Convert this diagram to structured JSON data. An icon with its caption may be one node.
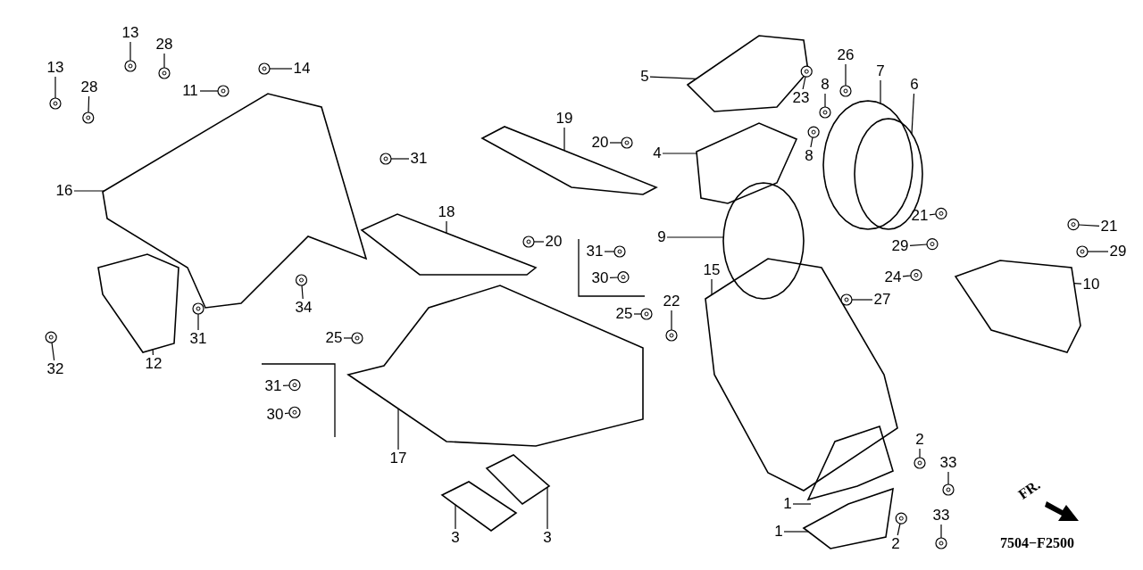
{
  "diagram": {
    "nodes": [
      {
        "text": [
          "13"
        ]
      },
      {
        "text": [
          "28"
        ]
      },
      {
        "text": [
          "13"
        ]
      },
      {
        "text": [
          "28"
        ]
      },
      {
        "text": [
          "14"
        ]
      },
      {
        "text": [
          "11"
        ]
      },
      {
        "text": [
          "5"
        ]
      },
      {
        "text": [
          "23"
        ]
      },
      {
        "text": [
          "26"
        ]
      },
      {
        "text": [
          "7"
        ]
      },
      {
        "text": [
          "6"
        ]
      },
      {
        "text": [
          "8"
        ]
      },
      {
        "text": [
          "19"
        ]
      },
      {
        "text": [
          "20"
        ]
      },
      {
        "text": [
          "4"
        ]
      },
      {
        "text": [
          "8"
        ]
      },
      {
        "text": [
          "31"
        ]
      },
      {
        "text": [
          "16"
        ]
      },
      {
        "text": [
          "18"
        ]
      },
      {
        "text": [
          "21"
        ]
      },
      {
        "text": [
          "21"
        ]
      },
      {
        "text": [
          "9"
        ]
      },
      {
        "text": [
          "20"
        ]
      },
      {
        "text": [
          "31"
        ]
      },
      {
        "text": [
          "29"
        ]
      },
      {
        "text": [
          "29"
        ]
      },
      {
        "text": [
          "30"
        ]
      },
      {
        "text": [
          "22"
        ]
      },
      {
        "text": [
          "15"
        ]
      },
      {
        "text": [
          "24"
        ]
      },
      {
        "text": [
          "27"
        ]
      },
      {
        "text": [
          "10"
        ]
      },
      {
        "text": [
          "34"
        ]
      },
      {
        "text": [
          "25"
        ]
      },
      {
        "text": [
          "25"
        ]
      },
      {
        "text": [
          "31"
        ]
      },
      {
        "text": [
          "32"
        ]
      },
      {
        "text": [
          "12"
        ]
      },
      {
        "text": [
          "31"
        ]
      },
      {
        "text": [
          "30"
        ]
      },
      {
        "text": [
          "17"
        ]
      },
      {
        "text": [
          "2"
        ]
      },
      {
        "text": [
          "33"
        ]
      },
      {
        "text": [
          "1"
        ]
      },
      {
        "text": [
          "2"
        ]
      },
      {
        "text": [
          "33"
        ]
      },
      {
        "text": [
          "1"
        ]
      },
      {
        "text": [
          "3"
        ]
      },
      {
        "text": [
          "3"
        ]
      },
      {
        "text": [],
        "shape": "picture"
      },
      {
        "text": [],
        "shape": "picture"
      },
      {
        "text": [],
        "shape": "picture"
      },
      {
        "text": [],
        "shape": "picture"
      },
      {
        "text": [],
        "shape": "picture"
      },
      {
        "text": [],
        "shape": "picture"
      },
      {
        "text": [],
        "shape": "picture"
      },
      {
        "text": [],
        "shape": "picture"
      },
      {
        "text": [],
        "shape": "picture"
      },
      {
        "text": [],
        "shape": "picture"
      },
      {
        "text": [],
        "shape": "picture"
      },
      {
        "text": [],
        "shape": "picture"
      },
      {
        "text": [],
        "shape": "picture"
      },
      {
        "text": [],
        "shape": "picture"
      },
      {
        "text": [],
        "shape": "picture"
      },
      {
        "text": [],
        "shape": "picture"
      },
      {
        "text": [],
        "shape": "picture"
      },
      {
        "text": [],
        "shape": "picture"
      },
      {
        "text": [],
        "shape": "picture"
      },
      {
        "text": [],
        "shape": "picture"
      },
      {
        "text": [],
        "shape": "picture"
      },
      {
        "text": [],
        "shape": "picture"
      },
      {
        "text": [],
        "shape": "picture"
      },
      {
        "text": [],
        "shape": "picture"
      },
      {
        "text": [],
        "shape": "picture"
      },
      {
        "text": [],
        "shape": "picture"
      },
      {
        "text": [],
        "shape": "picture"
      },
      {
        "text": [],
        "shape": "picture"
      },
      {
        "text": [],
        "shape": "picture"
      },
      {
        "text": [],
        "shape": "picture"
      },
      {
        "text": [],
        "shape": "picture"
      },
      {
        "text": [],
        "shape": "picture"
      },
      {
        "text": [],
        "shape": "picture"
      },
      {
        "text": [],
        "shape": "picture"
      },
      {
        "text": [],
        "shape": "picture"
      },
      {
        "text": [],
        "shape": "picture"
      },
      {
        "text": [],
        "shape": "picture"
      },
      {
        "text": [],
        "shape": "picture"
      },
      {
        "text": [],
        "shape": "picture"
      },
      {
        "text": [],
        "shape": "picture"
      },
      {
        "text": [],
        "shape": "picture"
      },
      {
        "text": [],
        "shape": "picture"
      },
      {
        "text": [],
        "shape": "picture"
      },
      {
        "text": [],
        "shape": "picture"
      },
      {
        "text": [],
        "shape": "picture"
      },
      {
        "text": [],
        "shape": "picture"
      },
      {
        "text": [],
        "shape": "picture"
      },
      {
        "text": [],
        "shape": "picture"
      },
      {
        "text": [],
        "shape": "picture"
      }
    ],
    "edges": [
      {
        "from": 0,
        "to": 49,
        "arrow": "none"
      },
      {
        "from": 1,
        "to": 50,
        "arrow": "none"
      },
      {
        "from": 2,
        "to": 51,
        "arrow": "none"
      },
      {
        "from": 3,
        "to": 52,
        "arrow": "none"
      },
      {
        "from": 4,
        "to": 53,
        "arrow": "none"
      },
      {
        "from": 5,
        "to": 54,
        "arrow": "none"
      },
      {
        "from": 6,
        "to": 55,
        "arrow": "none"
      },
      {
        "from": 7,
        "to": 56,
        "arrow": "none"
      },
      {
        "from": 8,
        "to": 57,
        "arrow": "none"
      },
      {
        "from": 9,
        "to": 58,
        "arrow": "none"
      },
      {
        "from": 10,
        "to": 59,
        "arrow": "none"
      },
      {
        "from": 11,
        "to": 60,
        "arrow": "none"
      },
      {
        "from": 12,
        "to": 61,
        "arrow": "none"
      },
      {
        "from": 13,
        "to": 62,
        "arrow": "none"
      },
      {
        "from": 14,
        "to": 63,
        "arrow": "none"
      },
      {
        "from": 15,
        "to": 64,
        "arrow": "none"
      },
      {
        "from": 16,
        "to": 65,
        "arrow": "none"
      },
      {
        "from": 17,
        "to": 66,
        "arrow": "none"
      },
      {
        "from": 18,
        "to": 67,
        "arrow": "none"
      },
      {
        "from": 19,
        "to": 68,
        "arrow": "none"
      },
      {
        "from": 20,
        "to": 69,
        "arrow": "none"
      },
      {
        "from": 21,
        "to": 70,
        "arrow": "none"
      },
      {
        "from": 22,
        "to": 71,
        "arrow": "none"
      },
      {
        "from": 23,
        "to": 72,
        "arrow": "none"
      },
      {
        "from": 24,
        "to": 73,
        "arrow": "none"
      },
      {
        "from": 25,
        "to": 74,
        "arrow": "none"
      },
      {
        "from": 26,
        "to": 75,
        "arrow": "none"
      },
      {
        "from": 27,
        "to": 76,
        "arrow": "none"
      },
      {
        "from": 28,
        "to": 77,
        "arrow": "none"
      },
      {
        "from": 29,
        "to": 78,
        "arrow": "none"
      },
      {
        "from": 30,
        "to": 79,
        "arrow": "none"
      },
      {
        "from": 31,
        "to": 80,
        "arrow": "none"
      },
      {
        "from": 32,
        "to": 81,
        "arrow": "none"
      },
      {
        "from": 33,
        "to": 82,
        "arrow": "none"
      },
      {
        "from": 34,
        "to": 83,
        "arrow": "none"
      },
      {
        "from": 35,
        "to": 84,
        "arrow": "none"
      },
      {
        "from": 36,
        "to": 85,
        "arrow": "none"
      },
      {
        "from": 37,
        "to": 86,
        "arrow": "none"
      },
      {
        "from": 38,
        "to": 87,
        "arrow": "none"
      },
      {
        "from": 39,
        "to": 88,
        "arrow": "none"
      },
      {
        "from": 40,
        "to": 89,
        "arrow": "none"
      },
      {
        "from": 41,
        "to": 90,
        "arrow": "none"
      },
      {
        "from": 42,
        "to": 91,
        "arrow": "none"
      },
      {
        "from": 43,
        "to": 92,
        "arrow": "none"
      },
      {
        "from": 44,
        "to": 93,
        "arrow": "none"
      },
      {
        "from": 45,
        "to": 94,
        "arrow": "none"
      },
      {
        "from": 46,
        "to": 95,
        "arrow": "none"
      },
      {
        "from": 47,
        "to": 96,
        "arrow": "none"
      },
      {
        "from": 48,
        "to": 97,
        "arrow": "none"
      }
    ],
    "labels": [
      "FR.",
      "7504−F2500"
    ]
  }
}
